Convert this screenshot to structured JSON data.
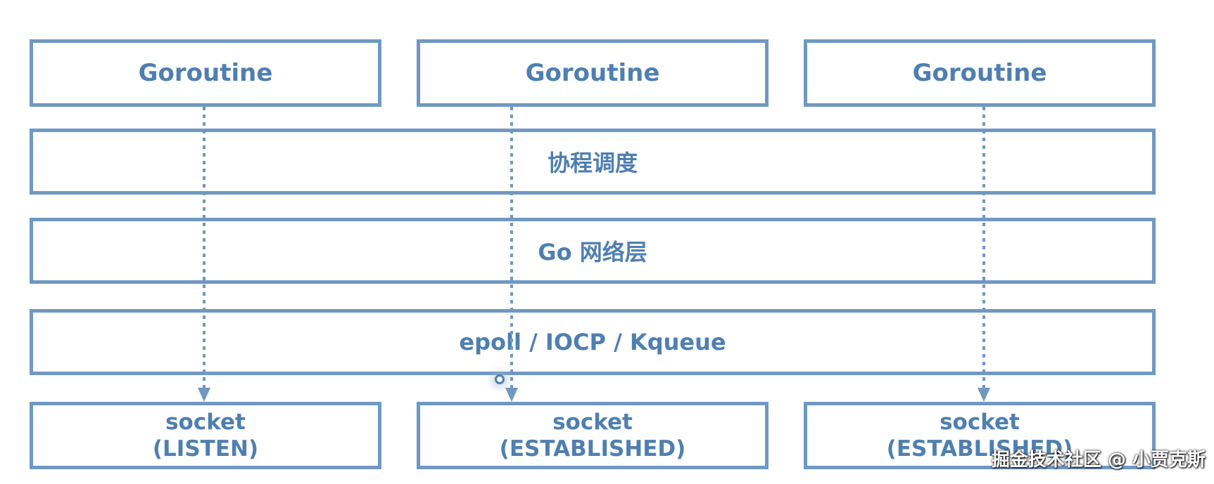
{
  "goroutines": [
    {
      "label": "Goroutine"
    },
    {
      "label": "Goroutine"
    },
    {
      "label": "Goroutine"
    }
  ],
  "layers": {
    "scheduler": "协程调度",
    "network": "Go 网络层",
    "poller": "epoll / IOCP / Kqueue"
  },
  "sockets": [
    {
      "name": "socket",
      "state": "(LISTEN)"
    },
    {
      "name": "socket",
      "state": "(ESTABLISHED)"
    },
    {
      "name": "socket",
      "state": "(ESTABLISHED)"
    }
  ],
  "watermark": "掘金技术社区 @ 小贾克斯",
  "colors": {
    "border": "#6f98c2",
    "text": "#4f7fb0",
    "arrow": "#6f98c2"
  }
}
